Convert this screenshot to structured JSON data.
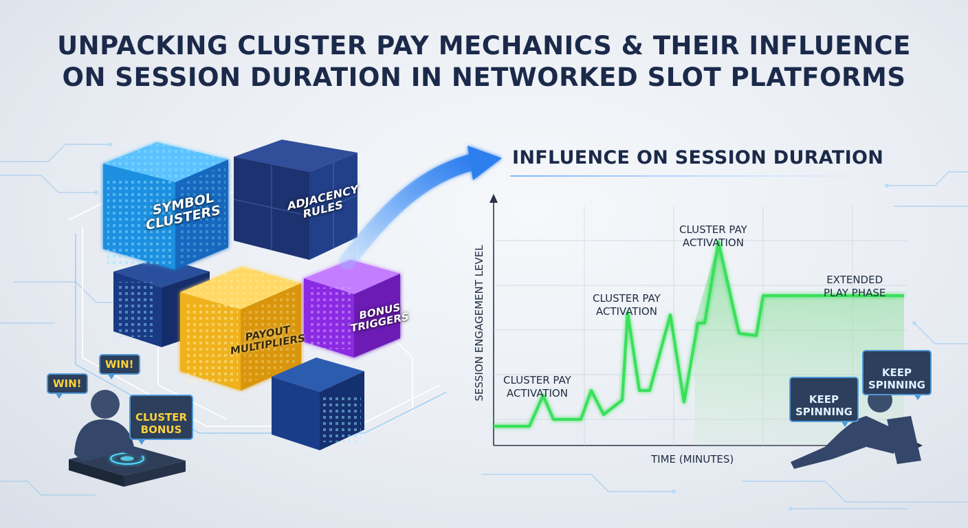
{
  "title": {
    "line1": "UNPACKING CLUSTER PAY MECHANICS & THEIR INFLUENCE",
    "line2": "ON SESSION DURATION IN NETWORKED SLOT PLATFORMS"
  },
  "cubes": {
    "symbol_clusters": "SYMBOL\nCLUSTERS",
    "adjacency_rules": "ADJACENCY\nRULES",
    "payout_multipliers": "PAYOUT\nMULTIPLIERS",
    "bonus_triggers": "BONUS\nTRIGGERS"
  },
  "bubbles": {
    "win_1": "WIN!",
    "win_2": "WIN!",
    "cluster_bonus": "CLUSTER\nBONUS",
    "keep_spinning_1": "KEEP\nSPINNING",
    "keep_spinning_2": "KEEP\nSPINNING"
  },
  "section_heading": "INFLUENCE ON SESSION DURATION",
  "chart": {
    "y_axis_label": "SESSION ENGAGEMENT LEVEL",
    "x_axis_label": "TIME (MINUTES)",
    "annotations": {
      "activation_1": "CLUSTER PAY\nACTIVATION",
      "activation_2": "CLUSTER PAY\nACTIVATION",
      "activation_3": "CLUSTER PAY\nACTIVATION",
      "extended_play": "EXTENDED\nPLAY PHASE"
    }
  },
  "colors": {
    "title": "#1b2a4a",
    "line": "#39e05a",
    "cube_blue": "#1f7fd6",
    "cube_navy": "#1d3270",
    "cube_gold": "#f0b21e",
    "cube_purple": "#8a2be2",
    "arrow": "#3d8df0"
  }
}
